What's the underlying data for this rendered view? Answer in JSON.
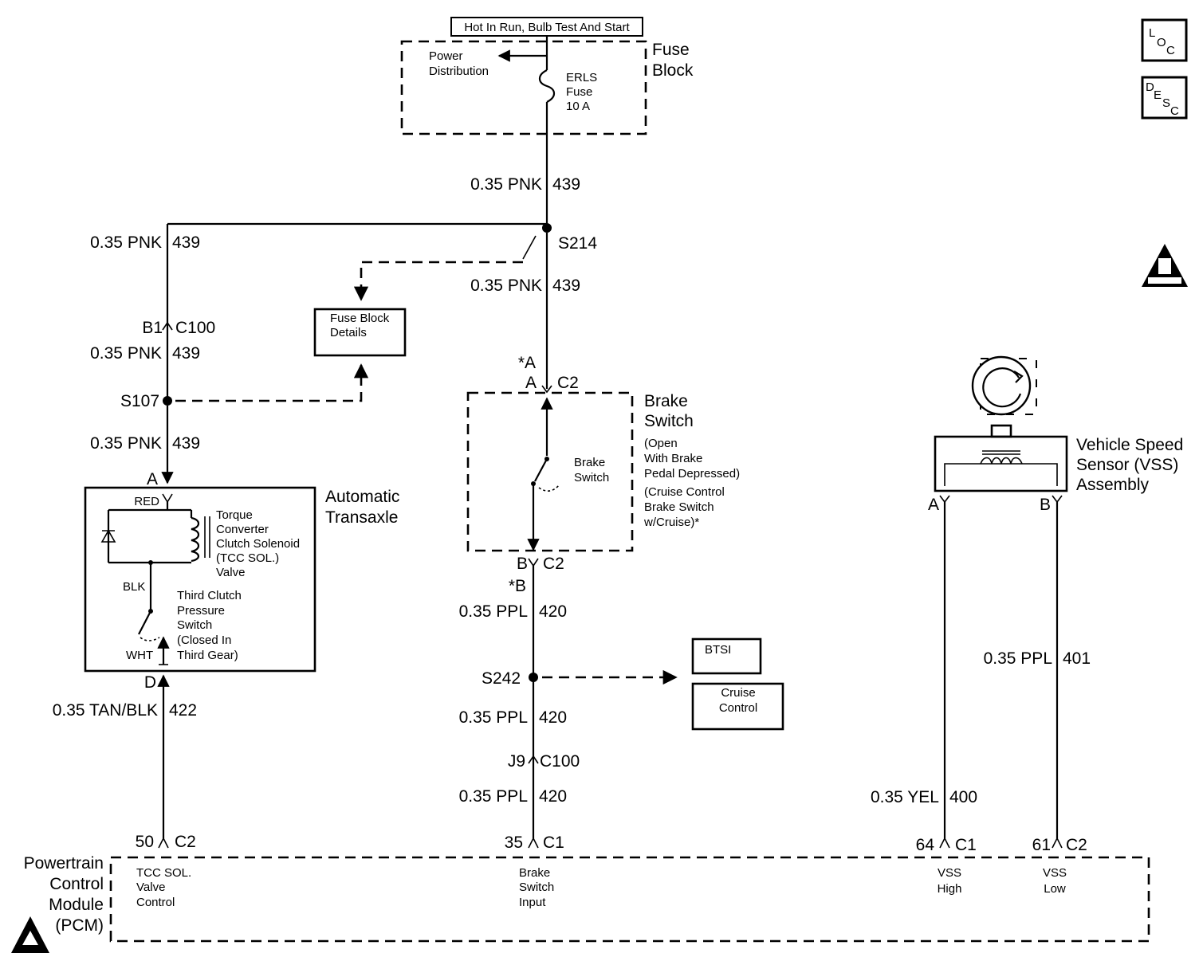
{
  "fuse_block": {
    "hot_label": "Hot In Run, Bulb Test And Start",
    "title_line1": "Fuse",
    "title_line2": "Block",
    "power_dist_line1": "Power",
    "power_dist_line2": "Distribution",
    "fuse_line1": "ERLS",
    "fuse_line2": "Fuse",
    "fuse_line3": "10 A"
  },
  "wires": {
    "w_fuse_out": "0.35 PNK",
    "n_fuse_out": "439",
    "w_left_top": "0.35 PNK",
    "n_left_top": "439",
    "w_s214_down": "0.35 PNK",
    "n_s214_down": "439",
    "w_left_mid": "0.35 PNK",
    "n_left_mid": "439",
    "w_left_low": "0.35 PNK",
    "n_left_low": "439",
    "w_tcc": "0.35 TAN/BLK",
    "n_tcc": "422",
    "w_brake1": "0.35 PPL",
    "n_brake1": "420",
    "w_brake2": "0.35 PPL",
    "n_brake2": "420",
    "w_brake3": "0.35 PPL",
    "n_brake3": "420",
    "w_vss_high": "0.35 YEL",
    "n_vss_high": "400",
    "w_vss_low": "0.35 PPL",
    "n_vss_low": "401"
  },
  "splices": {
    "s214": "S214",
    "s107": "S107",
    "s242": "S242"
  },
  "connectors": {
    "b1": "B1",
    "c100_left": "C100",
    "a_trans": "A",
    "d_trans": "D",
    "star_a": "*A",
    "a_brake": "A",
    "c2_brake_top": "C2",
    "b_brake": "B",
    "c2_brake_bot": "C2",
    "star_b": "*B",
    "j9": "J9",
    "c100_mid": "C100",
    "pin_50": "50",
    "c2_pcm_left": "C2",
    "pin_35": "35",
    "c1_pcm_mid": "C1",
    "pin_64": "64",
    "c1_pcm_vss": "C1",
    "pin_61": "61",
    "c2_pcm_vss": "C2",
    "vss_a": "A",
    "vss_b": "B"
  },
  "fuse_block_details": {
    "line1": "Fuse Block",
    "line2": "Details"
  },
  "transaxle": {
    "title_line1": "Automatic",
    "title_line2": "Transaxle",
    "red": "RED",
    "blk": "BLK",
    "wht": "WHT",
    "tcc_line1": "Torque",
    "tcc_line2": "Converter",
    "tcc_line3": "Clutch Solenoid",
    "tcc_line4": "(TCC SOL.)",
    "tcc_line5": "Valve",
    "sw_line1": "Third Clutch",
    "sw_line2": "Pressure",
    "sw_line3": "Switch",
    "sw_line4": "(Closed In",
    "sw_line5": "Third Gear)"
  },
  "brake_switch": {
    "title_line1": "Brake",
    "title_line2": "Switch",
    "desc_line1": "(Open",
    "desc_line2": "With Brake",
    "desc_line3": "Pedal Depressed)",
    "desc_line4": "(Cruise Control",
    "desc_line5": "Brake Switch",
    "desc_line6": "w/Cruise)*",
    "inner_line1": "Brake",
    "inner_line2": "Switch"
  },
  "btsi": {
    "label": "BTSI"
  },
  "cruise": {
    "line1": "Cruise",
    "line2": "Control"
  },
  "vss": {
    "title_line1": "Vehicle Speed",
    "title_line2": "Sensor (VSS)",
    "title_line3": "Assembly"
  },
  "pcm": {
    "title_line1": "Powertrain",
    "title_line2": "Control",
    "title_line3": "Module",
    "title_line4": "(PCM)",
    "tcc_line1": "TCC SOL.",
    "tcc_line2": "Valve",
    "tcc_line3": "Control",
    "brake_line1": "Brake",
    "brake_line2": "Switch",
    "brake_line3": "Input",
    "vssh_line1": "VSS",
    "vssh_line2": "High",
    "vssl_line1": "VSS",
    "vssl_line2": "Low"
  },
  "icons": {
    "loc_l": "L",
    "loc_o": "O",
    "loc_c": "C",
    "desc_d": "D",
    "desc_e": "E",
    "desc_s": "S",
    "desc_c": "C"
  }
}
